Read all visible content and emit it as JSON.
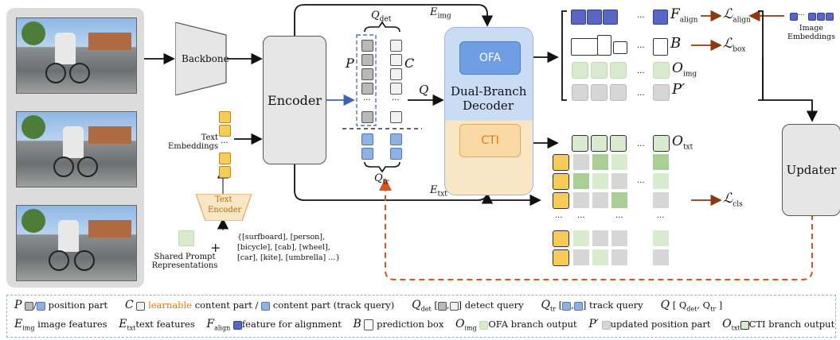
{
  "modules": {
    "backbone": "Backbone",
    "encoder": "Encoder",
    "decoder_line1": "Dual-Branch",
    "decoder_line2": "Decoder",
    "ofa": "OFA",
    "cti": "CTI",
    "updater": "Updater",
    "text_encoder_line1": "Text",
    "text_encoder_line2": "Encoder"
  },
  "labels": {
    "text_embeddings_line1": "Text",
    "text_embeddings_line2": "Embeddings",
    "image_embeddings_line1": "Image",
    "image_embeddings_line2": "Embeddings",
    "shared_prompt_line1": "Shared Prompt",
    "shared_prompt_line2": "Representations",
    "plus": "+",
    "categories": [
      "{[surfboard], [person],",
      "[bicycle], [cab], [wheel],",
      "[car], [kite], [umbrella] ...}"
    ],
    "ellipsis": "...",
    "ellipsis_v": "⋮"
  },
  "symbols": {
    "Q_det": "Q",
    "Q_det_sub": "det",
    "E_img": "E",
    "E_img_sub": "img",
    "P": "P",
    "C": "C",
    "Q": "Q",
    "Q_tr": "Q",
    "Q_tr_sub": "tr",
    "E_txt": "E",
    "E_txt_sub": "txt",
    "F_align": "F",
    "F_align_sub": "align",
    "B": "B",
    "O_img": "O",
    "O_img_sub": "img",
    "P_prime": "P′",
    "O_txt": "O",
    "O_txt_sub": "txt",
    "L_align": "ℒ",
    "L_align_sub": "align",
    "L_box": "ℒ",
    "L_box_sub": "box",
    "L_cls": "ℒ",
    "L_cls_sub": "cls"
  },
  "legend": {
    "row1": [
      {
        "sym": "P",
        "text": "position part"
      },
      {
        "sym": "C",
        "pre": "learnable",
        "text": "content part /",
        "text2": "content part (track query)"
      },
      {
        "sym": "Q",
        "sub": "det",
        "text": "detect query"
      },
      {
        "sym": "Q",
        "sub": "tr",
        "text": "track query"
      },
      {
        "sym": "Q",
        "text": "[ Q",
        "text_sub": "det",
        "text_mid": ", Q",
        "text_sub2": "tr",
        "text_end": " ]"
      }
    ],
    "row2": [
      {
        "sym": "E",
        "sub": "img",
        "text": "image features"
      },
      {
        "sym": "E",
        "sub": "txt",
        "text": "text features"
      },
      {
        "sym": "F",
        "sub": "align",
        "text": "feature for alignment"
      },
      {
        "sym": "B",
        "text": "prediction box"
      },
      {
        "sym": "O",
        "sub": "img",
        "text": "OFA branch output"
      },
      {
        "sym": "P′",
        "text": "updated position part"
      },
      {
        "sym": "O",
        "sub": "txt",
        "text": "CTI branch output"
      }
    ]
  },
  "colors": {
    "position_gray": "#b9b9b9",
    "position_blue": "#8fb1e3",
    "align_feature": "#5a66c4",
    "text_embed": "#f4cc57",
    "ofa_blue": "#6f9fe2",
    "cti_orange": "#f9d9a6",
    "arrow_brown": "#8b3a12",
    "dashed_red": "#d9541c",
    "legend_border": "#8ab7e0",
    "learnable_orange": "#e07a14"
  }
}
